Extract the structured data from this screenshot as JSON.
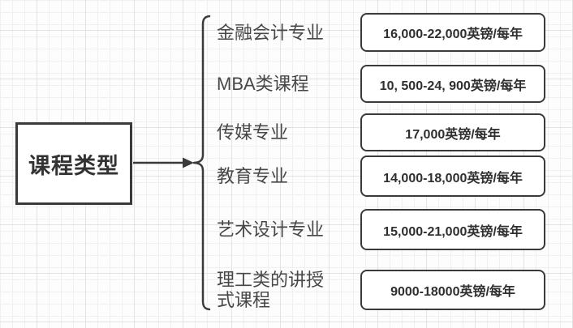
{
  "diagram": {
    "root_label": "课程类型",
    "rows": [
      {
        "label": "金融会计专业",
        "value": "16,000-22,000英镑/每年"
      },
      {
        "label": "MBA类课程",
        "value": "10, 500-24, 900英镑/每年"
      },
      {
        "label": "传媒专业",
        "value": "17,000英镑/每年"
      },
      {
        "label": "教育专业",
        "value": "14,000-18,000英镑/每年"
      },
      {
        "label": "艺术设计专业",
        "value": "15,000-21,000英镑/每年"
      },
      {
        "label": "理工类的讲授式课程",
        "value": "9000-18000英镑/每年"
      }
    ],
    "colors": {
      "stroke": "#3a3a3a",
      "label_text": "#474747",
      "box_text": "#2f2f2f",
      "background": "#fdfdfd",
      "grid_minor": "#f0f0f0",
      "grid_major": "#e3e3e3"
    }
  }
}
